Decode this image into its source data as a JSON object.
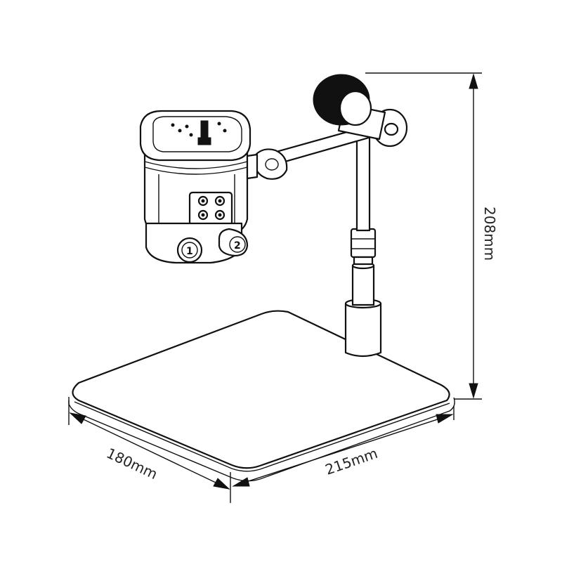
{
  "dimensions": {
    "depth": "180mm",
    "width": "215mm",
    "height": "208mm"
  },
  "knobs": {
    "knob_1": "1",
    "knob_2": "2"
  },
  "colors": {
    "line": "#111111",
    "background": "#ffffff"
  }
}
